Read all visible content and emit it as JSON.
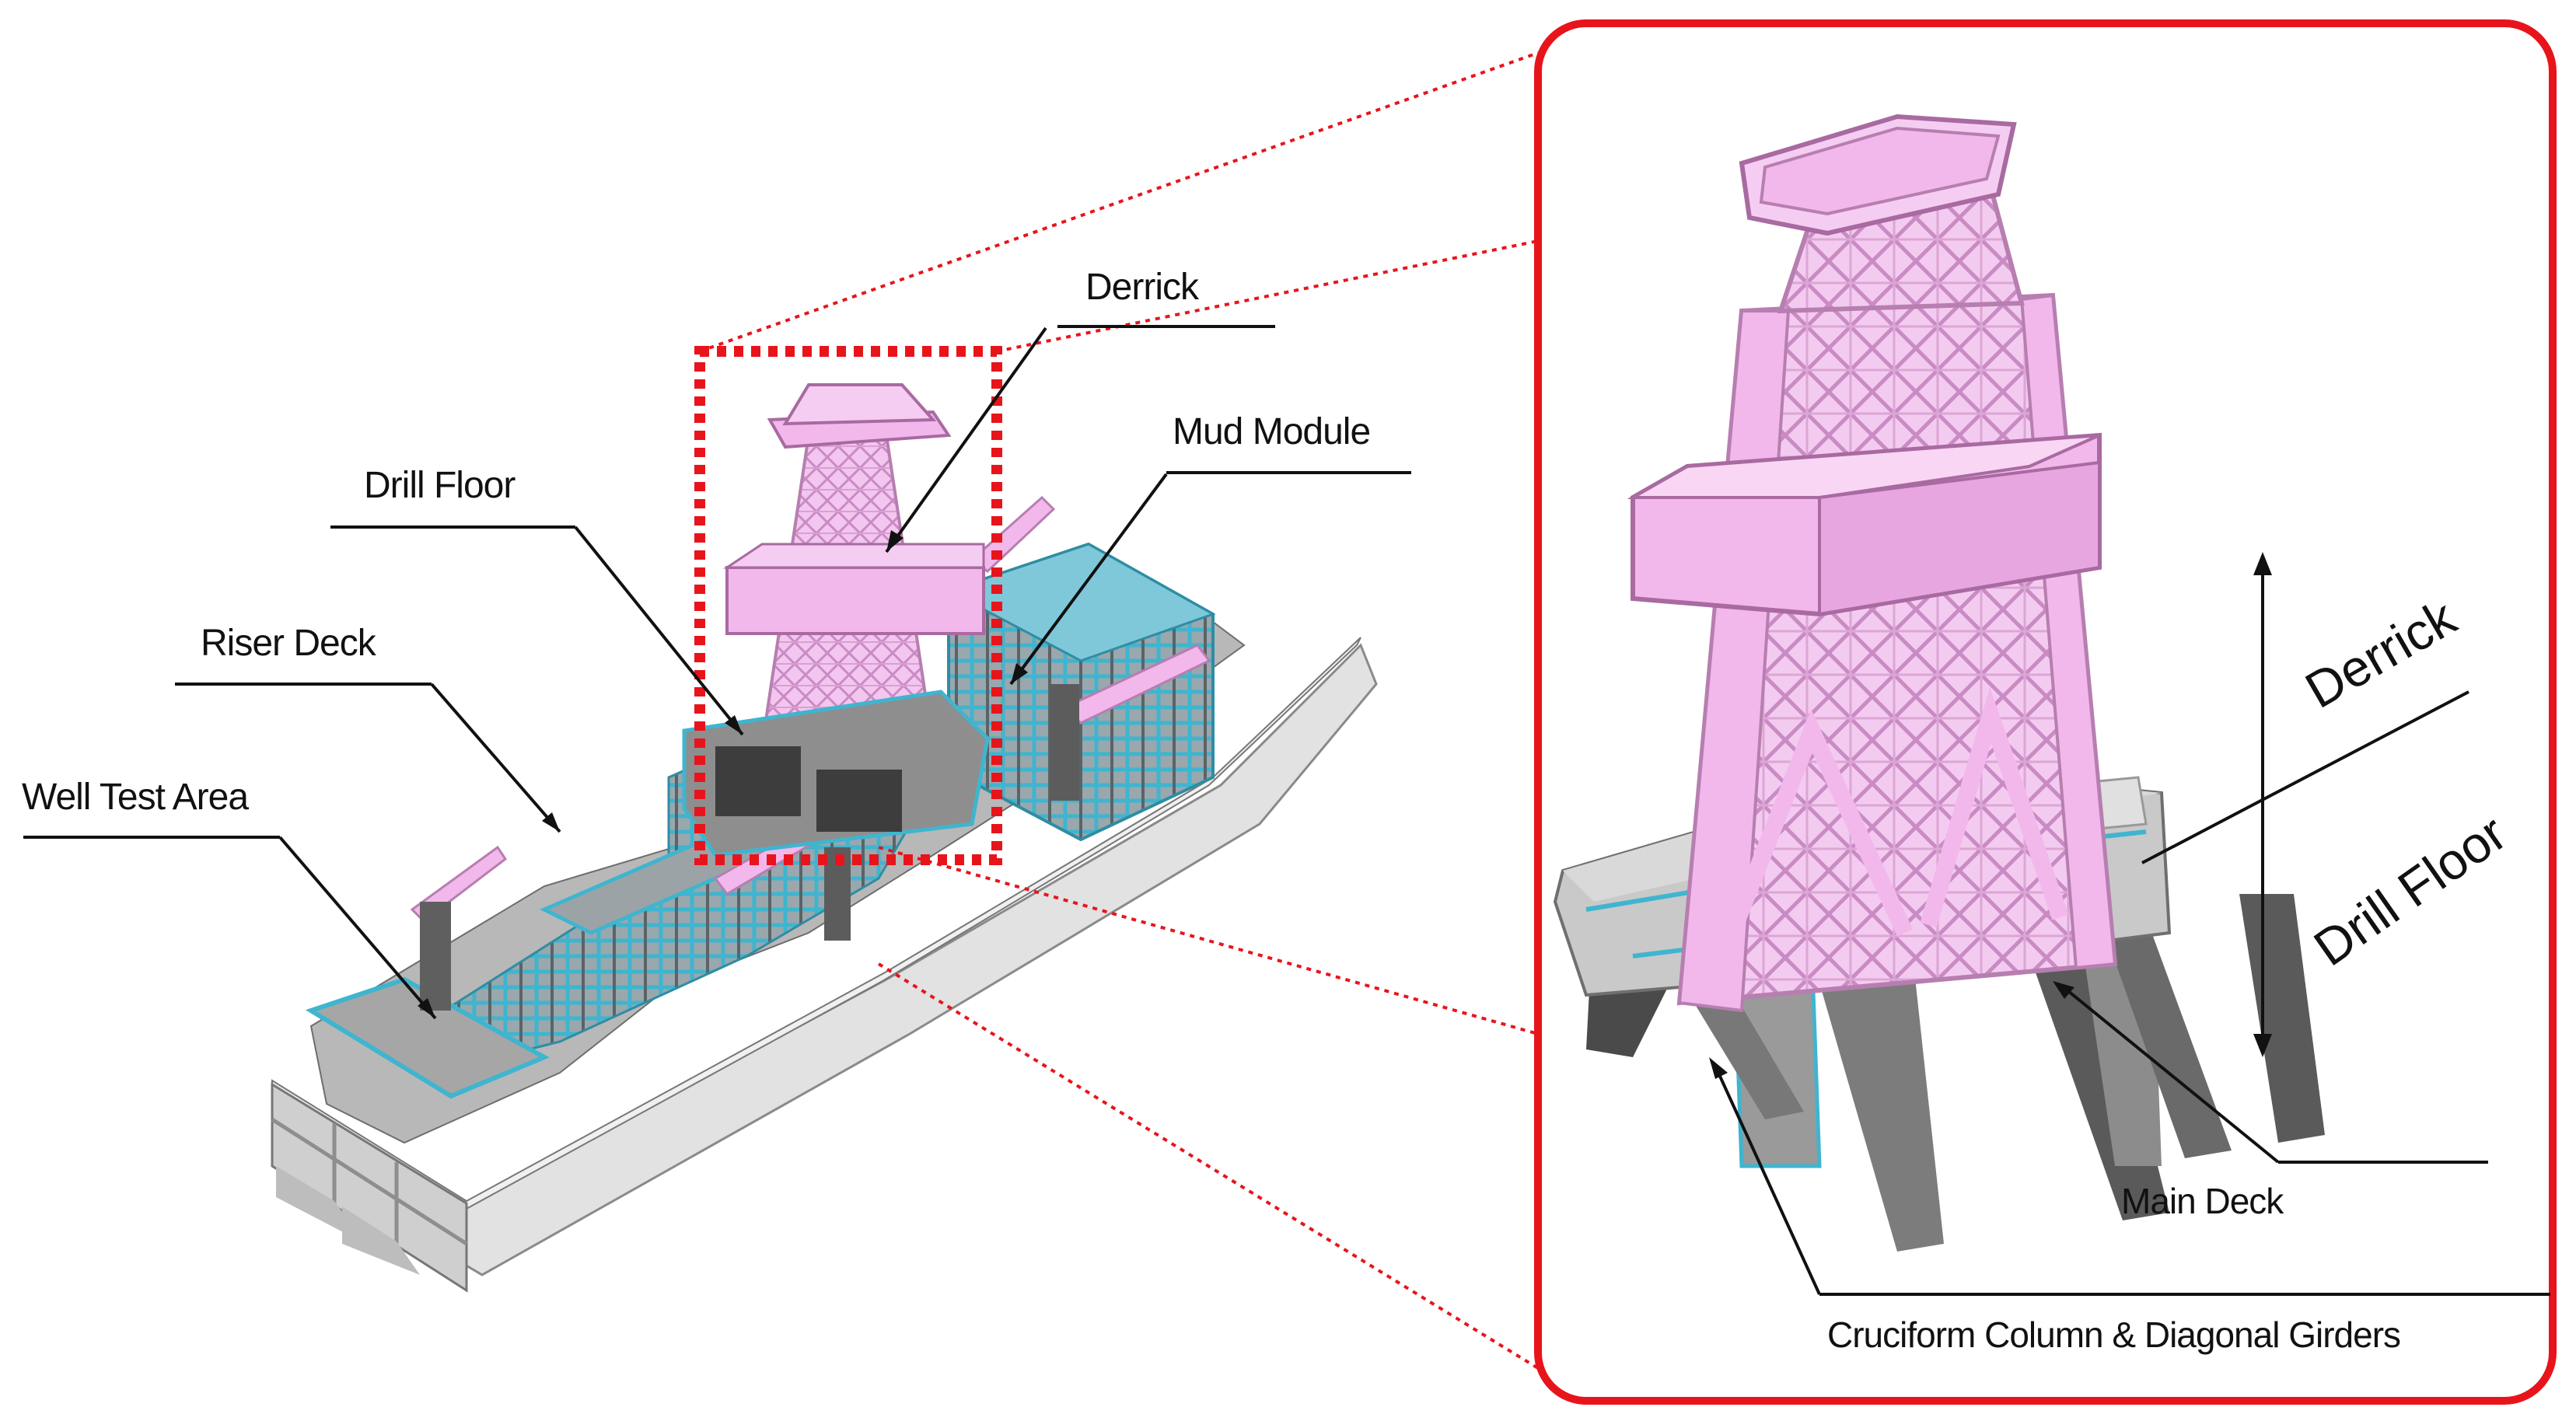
{
  "overview_labels": {
    "derrick": "Derrick",
    "mud_module": "Mud Module",
    "drill_floor": "Drill Floor",
    "riser_deck": "Riser Deck",
    "well_test_area": "Well Test Area"
  },
  "detail_labels": {
    "derrick": "Derrick",
    "drill_floor": "Drill Floor",
    "main_deck": "Main Deck",
    "cruciform": "Cruciform Column & Diagonal Girders"
  },
  "colors": {
    "derrick_pink": "#f2b8ec",
    "equipment_cyan": "#3fb5cf",
    "hull_gray": "#d8d8d8",
    "highlight_red": "#e8141b"
  }
}
